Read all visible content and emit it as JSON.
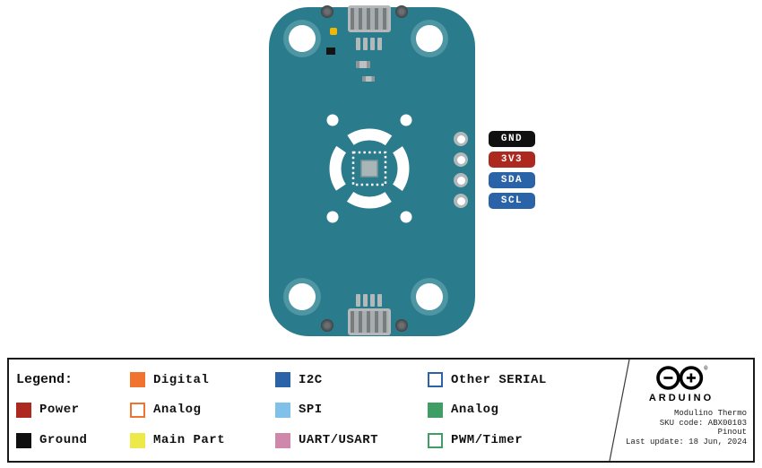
{
  "pins": [
    {
      "label": "GND",
      "color": "#101010"
    },
    {
      "label": "3V3",
      "color": "#ad281e"
    },
    {
      "label": "SDA",
      "color": "#2b63a8"
    },
    {
      "label": "SCL",
      "color": "#2b63a8"
    }
  ],
  "legend": {
    "title": "Legend:",
    "items": [
      {
        "label": "Digital",
        "fill": "#f0742f",
        "border": "#f0742f"
      },
      {
        "label": "I2C",
        "fill": "#2b63a8",
        "border": "#2b63a8"
      },
      {
        "label": "Other SERIAL",
        "fill": "#ffffff",
        "border": "#2b63a8"
      },
      {
        "label": "Power",
        "fill": "#ad281e",
        "border": "#ad281e"
      },
      {
        "label": "Analog",
        "fill": "#ffffff",
        "border": "#f0742f"
      },
      {
        "label": "SPI",
        "fill": "#7fc1e9",
        "border": "#7fc1e9"
      },
      {
        "label": "Analog",
        "fill": "#3f9e63",
        "border": "#3f9e63"
      },
      {
        "label": "Ground",
        "fill": "#101010",
        "border": "#101010"
      },
      {
        "label": "Main Part",
        "fill": "#ede94b",
        "border": "#ede94b"
      },
      {
        "label": "UART/USART",
        "fill": "#cf87ac",
        "border": "#cf87ac"
      },
      {
        "label": "PWM/Timer",
        "fill": "#ffffff",
        "border": "#3f9e63"
      }
    ]
  },
  "footer": {
    "brand": "ARDUINO",
    "reg": "®",
    "product": "Modulino Thermo",
    "sku": "SKU code: ABX00103",
    "doc": "Pinout",
    "updated": "Last update: 18 Jun, 2024"
  },
  "board": {
    "color": "#2a7b8b"
  }
}
